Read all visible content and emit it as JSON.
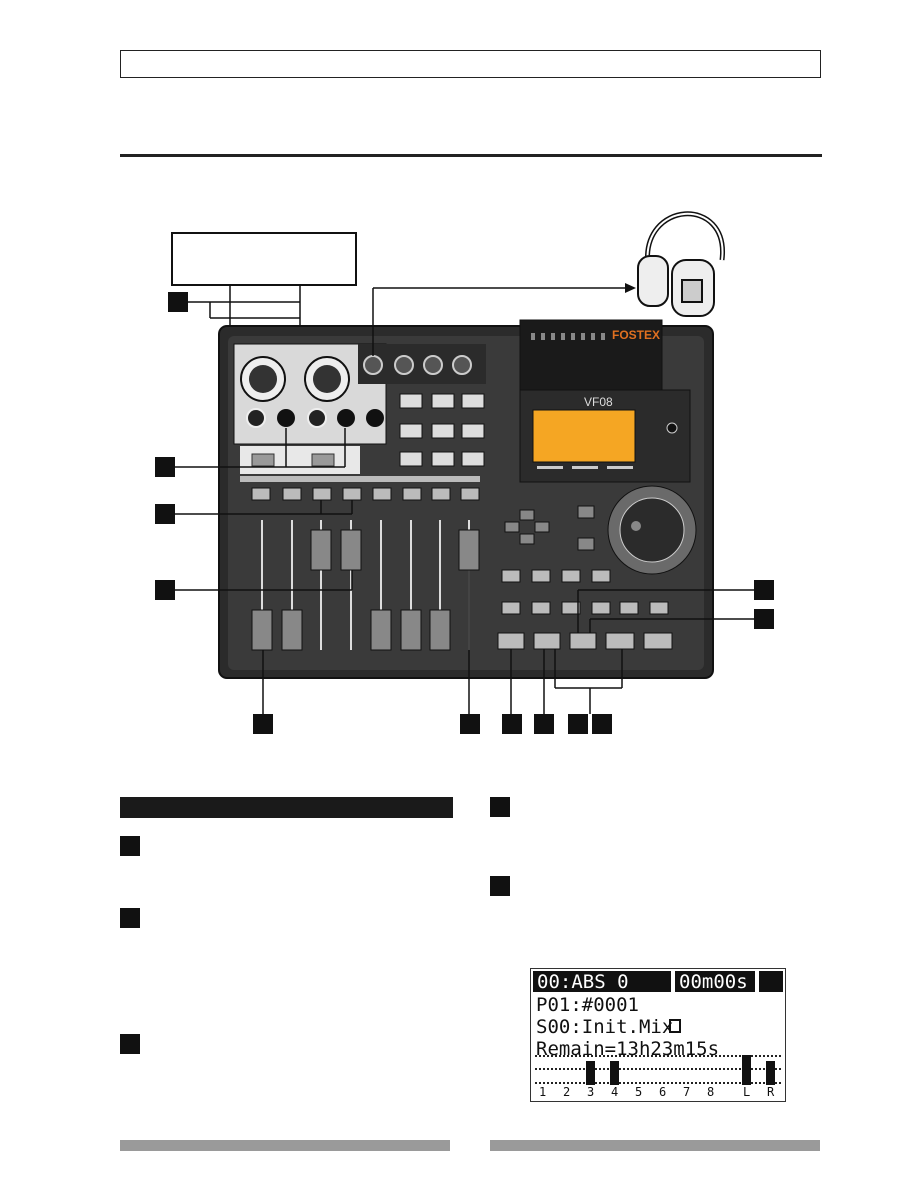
{
  "brand": "FOSTEX",
  "model": "VF08",
  "lcd": {
    "row1_left": "00:ABS 0",
    "row1_right": "00m00s",
    "row2": "P01:#0001",
    "row3": "S00:Init.Mix",
    "row4": "Remain=13h23m15s",
    "meter_labels": [
      "1",
      "2",
      "3",
      "4",
      "5",
      "6",
      "7",
      "8",
      "L",
      "R"
    ]
  },
  "colors": {
    "lcd_screen": "#f5a623",
    "brand_orange": "#e07020",
    "panel": "#2a2a2a"
  }
}
